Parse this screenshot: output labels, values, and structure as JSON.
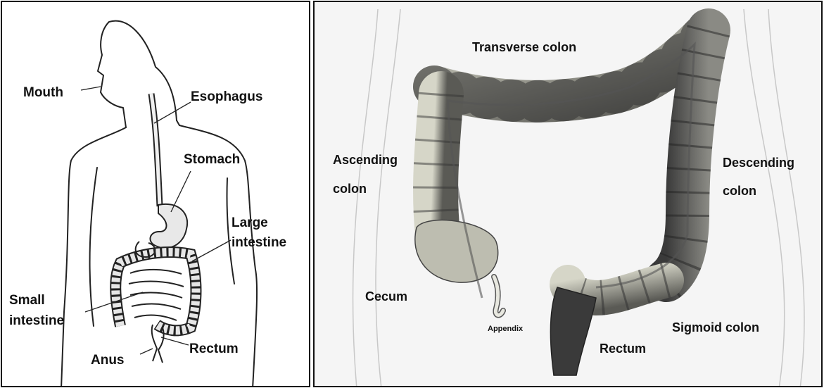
{
  "left_diagram": {
    "labels": {
      "mouth": "Mouth",
      "esophagus": "Esophagus",
      "stomach": "Stomach",
      "large_intestine_1": "Large",
      "large_intestine_2": "intestine",
      "small_intestine_1": "Small",
      "small_intestine_2": "intestine",
      "rectum": "Rectum",
      "anus": "Anus"
    },
    "colors": {
      "outline": "#222222",
      "organ_fill": "#e6e6e6",
      "background": "#ffffff"
    }
  },
  "right_diagram": {
    "labels": {
      "transverse_colon": "Transverse colon",
      "ascending_1": "Ascending",
      "ascending_2": "colon",
      "descending_1": "Descending",
      "descending_2": "colon",
      "cecum": "Cecum",
      "appendix": "Appendix",
      "rectum": "Rectum",
      "sigmoid_colon": "Sigmoid colon"
    },
    "colors": {
      "colon_light": "#c2c2b4",
      "colon_dark": "#2f2f2f",
      "background": "#f4f4f4"
    }
  }
}
